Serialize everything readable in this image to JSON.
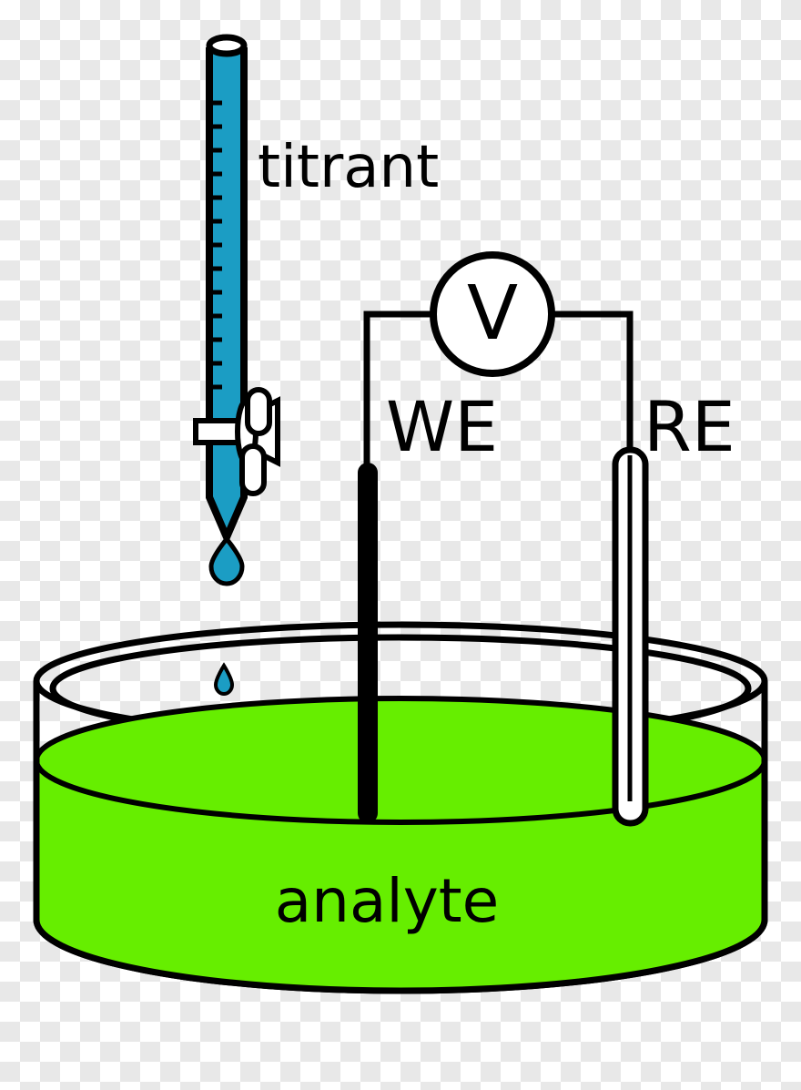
{
  "figure": {
    "title": "Potentiometric titration setup",
    "background": "transparency-checkerboard"
  },
  "labels": {
    "titrant": "titrant",
    "analyte": "analyte",
    "working_electrode": "WE",
    "reference_electrode": "RE",
    "voltmeter": "V"
  },
  "colors": {
    "titrant_liquid": "#1B9DC4",
    "analyte_liquid": "#66EE00",
    "outline": "#000000",
    "glass": "#ffffff",
    "electrode_we": "#000000",
    "electrode_re_body": "#ffffff",
    "droplet": "#1B9DC4"
  },
  "components": {
    "burette": {
      "name": "burette",
      "fill_label": "titrant",
      "graduation_marks": 13,
      "has_stopcock": true,
      "tip": "tapered-point"
    },
    "stopcock": {
      "name": "stopcock-valve",
      "handles": 2
    },
    "droplets": [
      {
        "name": "droplet-at-tip",
        "state": "falling"
      },
      {
        "name": "droplet-in-beaker",
        "state": "falling"
      }
    ],
    "voltmeter": {
      "name": "voltmeter",
      "symbol": "V",
      "shape": "circle"
    },
    "electrodes": [
      {
        "name": "working-electrode",
        "label": "WE",
        "style": "solid-rod"
      },
      {
        "name": "reference-electrode",
        "label": "RE",
        "style": "hollow-tube"
      }
    ],
    "beaker": {
      "name": "beaker",
      "contents": "analyte",
      "shape": "cylinder"
    }
  }
}
